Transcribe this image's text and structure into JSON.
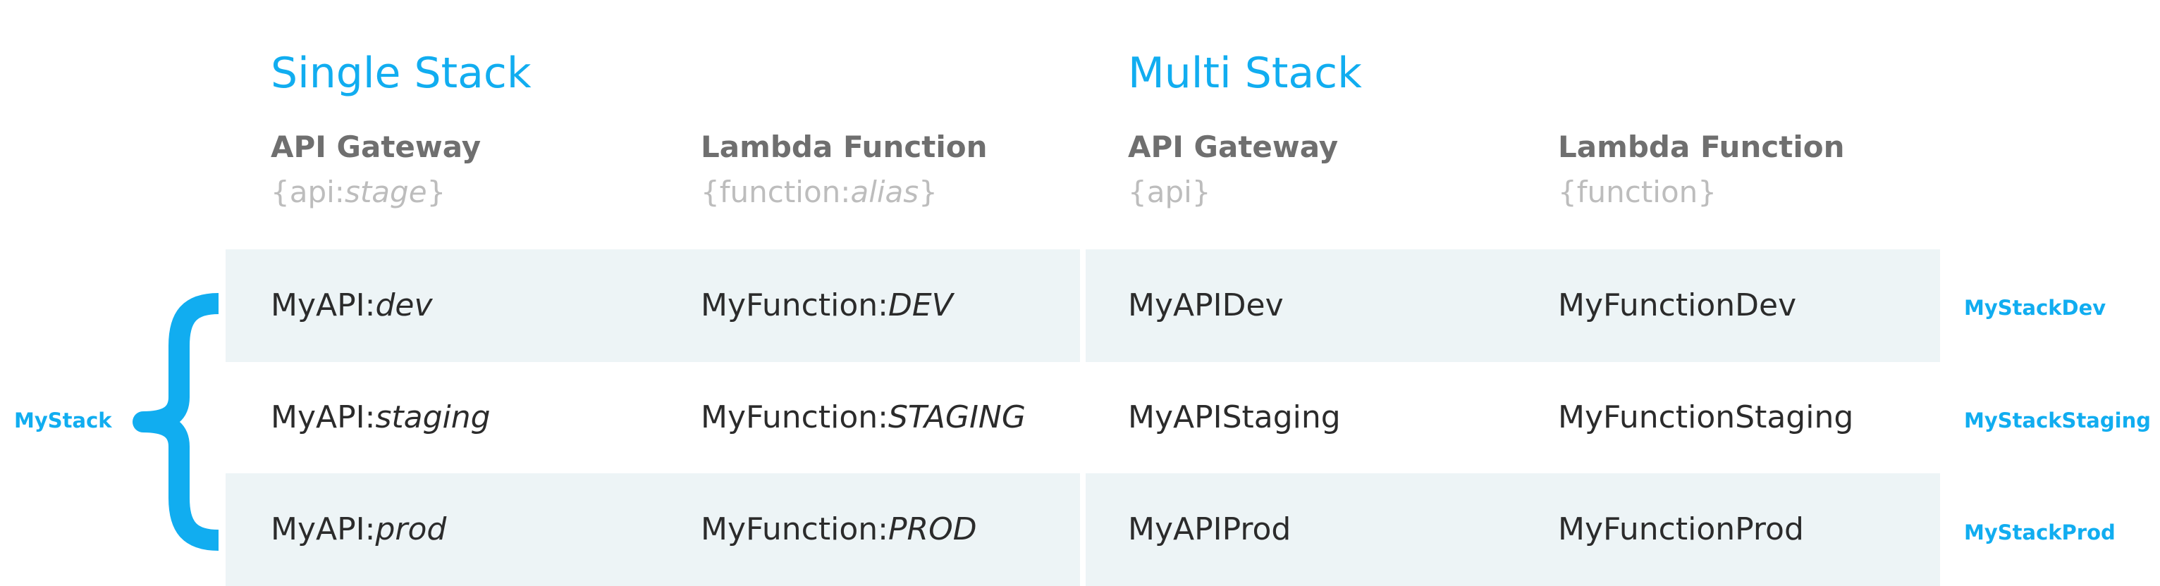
{
  "colors": {
    "accent": "#11adf0",
    "band": "#edf4f6",
    "heading_gray": "#6f6f6f",
    "sub_gray": "#bdbdbd",
    "text": "#2b2b2b"
  },
  "single": {
    "title": "Single Stack",
    "columns": [
      {
        "title": "API Gateway",
        "sub_prefix": "{api:",
        "sub_italic": "stage",
        "sub_suffix": "}"
      },
      {
        "title": "Lambda Function",
        "sub_prefix": "{function:",
        "sub_italic": "alias",
        "sub_suffix": "}"
      }
    ],
    "rows": [
      {
        "api": {
          "plain": "MyAPI:",
          "italic": "dev"
        },
        "fn": {
          "plain": "MyFunction:",
          "italic": "DEV"
        }
      },
      {
        "api": {
          "plain": "MyAPI:",
          "italic": "staging"
        },
        "fn": {
          "plain": "MyFunction:",
          "italic": "STAGING"
        }
      },
      {
        "api": {
          "plain": "MyAPI:",
          "italic": "prod"
        },
        "fn": {
          "plain": "MyFunction:",
          "italic": "PROD"
        }
      }
    ],
    "stack_label": "MyStack"
  },
  "multi": {
    "title": "Multi Stack",
    "columns": [
      {
        "title": "API Gateway",
        "sub": "{api}"
      },
      {
        "title": "Lambda Function",
        "sub": "{function}"
      }
    ],
    "rows": [
      {
        "api": "MyAPIDev",
        "fn": "MyFunctionDev",
        "stack": "MyStackDev"
      },
      {
        "api": "MyAPIStaging",
        "fn": "MyFunctionStaging",
        "stack": "MyStackStaging"
      },
      {
        "api": "MyAPIProd",
        "fn": "MyFunctionProd",
        "stack": "MyStackProd"
      }
    ]
  }
}
